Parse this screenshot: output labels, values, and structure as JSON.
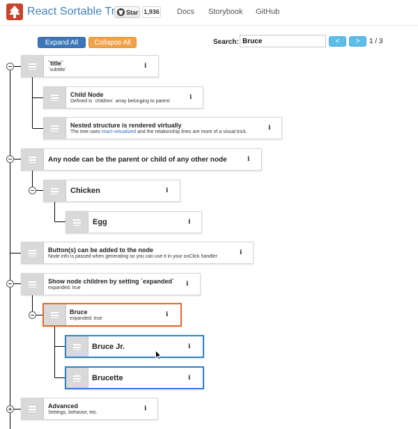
{
  "header": {
    "title": "React Sortable Tree",
    "github_star_label": "Star",
    "github_star_count": "1,936",
    "nav_links": [
      "Docs",
      "Storybook",
      "GitHub"
    ]
  },
  "controls": {
    "expand_all_label": "Expand All",
    "collapse_all_label": "Collapse All",
    "search_label": "Search:",
    "search_value": "Bruce",
    "prev_label": "<",
    "next_label": ">",
    "match_count": "1 / 3"
  },
  "tree": {
    "info_glyph": "i",
    "nodes": [
      {
        "title": "`title`",
        "subtitle": "`subtitle`"
      },
      {
        "title": "Child Node",
        "subtitle": "Defined in `children` array belonging to parent"
      },
      {
        "title": "Nested structure is rendered virtually",
        "subtitle_before": "The tree uses ",
        "subtitle_link": "react-virtualized",
        "subtitle_after": " and the relationship lines are more of a visual trick."
      },
      {
        "title": "Any node can be the parent or child of any other node"
      },
      {
        "title": "Chicken"
      },
      {
        "title": "Egg"
      },
      {
        "title": "Button(s) can be added to the node",
        "subtitle": "Node info is passed when generating so you can use it in your onClick handler"
      },
      {
        "title": "Show node children by setting `expanded`",
        "subtitle": "expanded: true"
      },
      {
        "title": "Bruce",
        "subtitle": "expanded: true"
      },
      {
        "title": "Bruce Jr."
      },
      {
        "title": "Brucette"
      },
      {
        "title": "Advanced",
        "subtitle": "Settings, behavior, etc."
      }
    ]
  },
  "colors": {
    "brand_blue": "#3f7fbf",
    "expand_button": "#3a76b8",
    "collapse_button": "#f0a24a",
    "search_nav_button": "#5dbde6",
    "active_match_border": "#e0692e",
    "match_border": "#2b7fd2"
  }
}
